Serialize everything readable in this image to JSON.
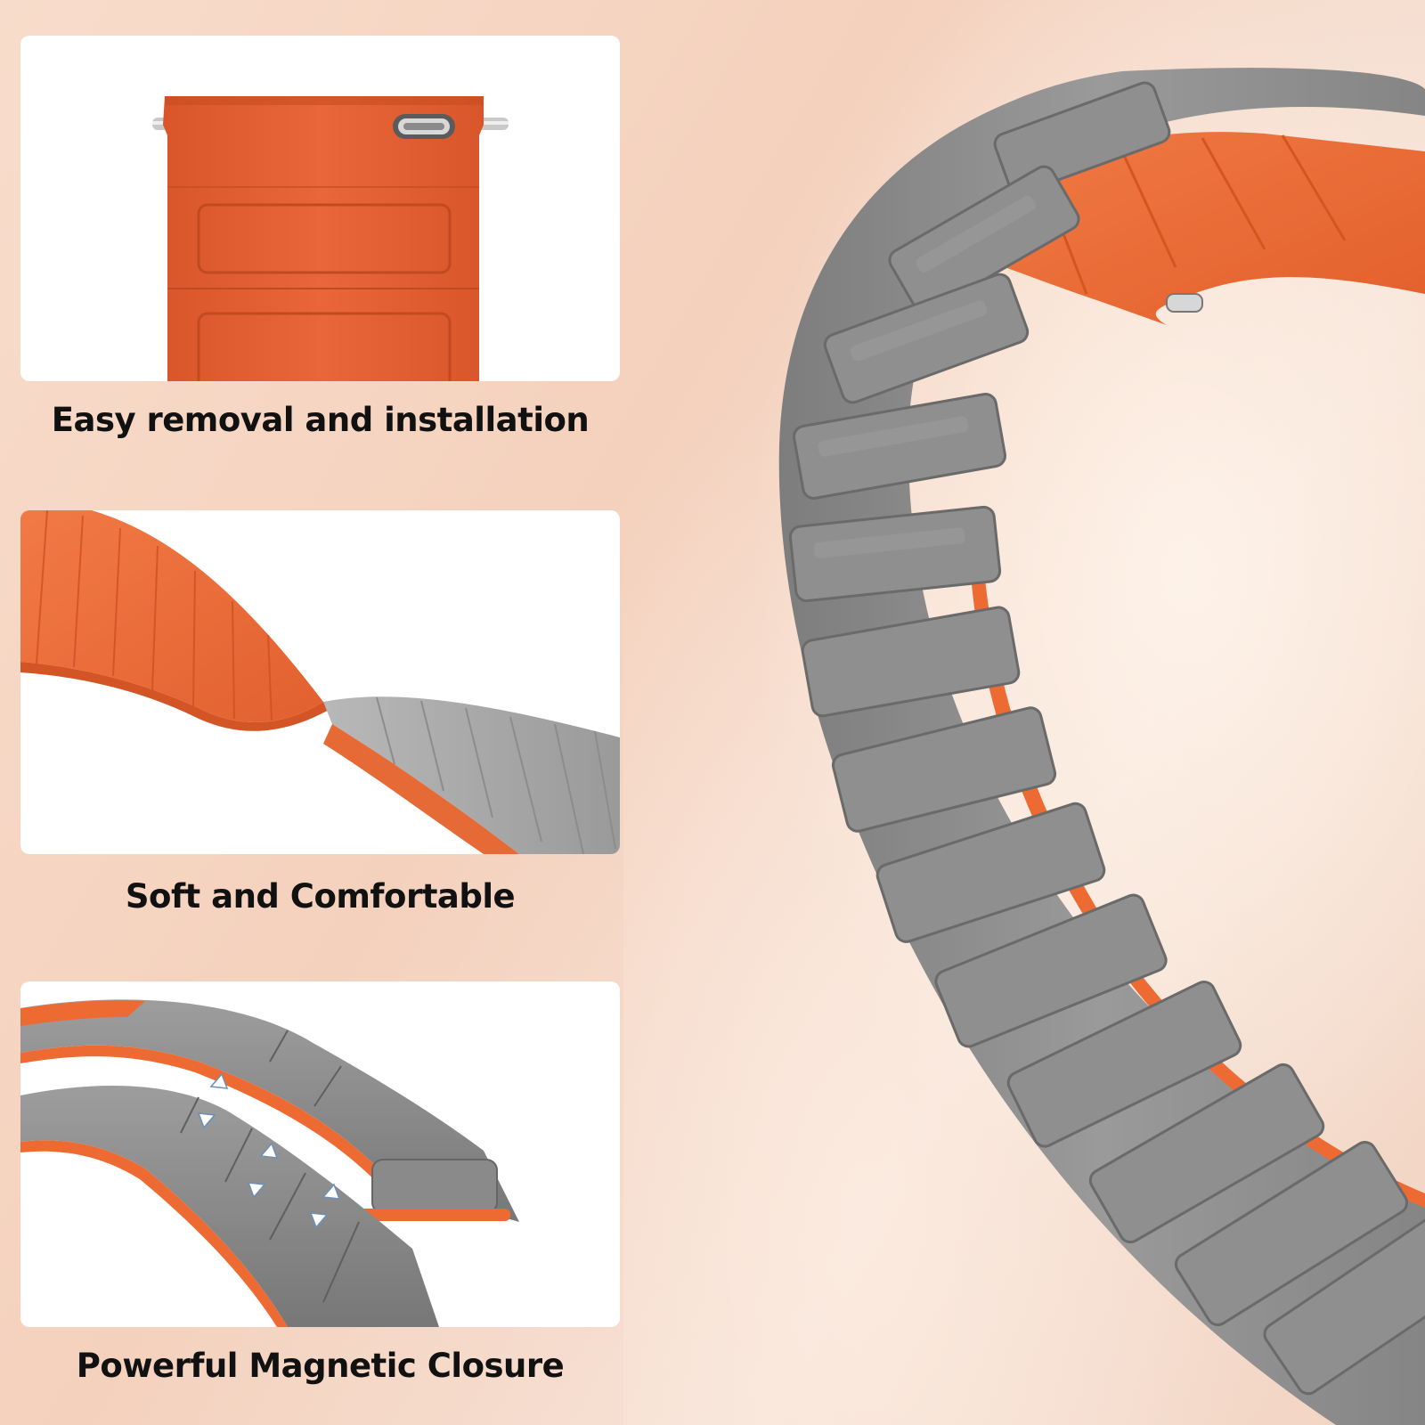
{
  "features": [
    {
      "caption": "Easy removal and installation"
    },
    {
      "caption": "Soft and Comfortable"
    },
    {
      "caption": "Powerful Magnetic Closure"
    }
  ],
  "colors": {
    "band_orange": "#ee6a33",
    "band_orange_dark": "#d9562a",
    "link_gray": "#8d8d8d",
    "link_gray_light": "#a3a3a3",
    "link_gray_dark": "#6e6e6e",
    "background_peach": "#f4d1bd",
    "panel_white": "#ffffff",
    "caption_text": "#111111"
  }
}
